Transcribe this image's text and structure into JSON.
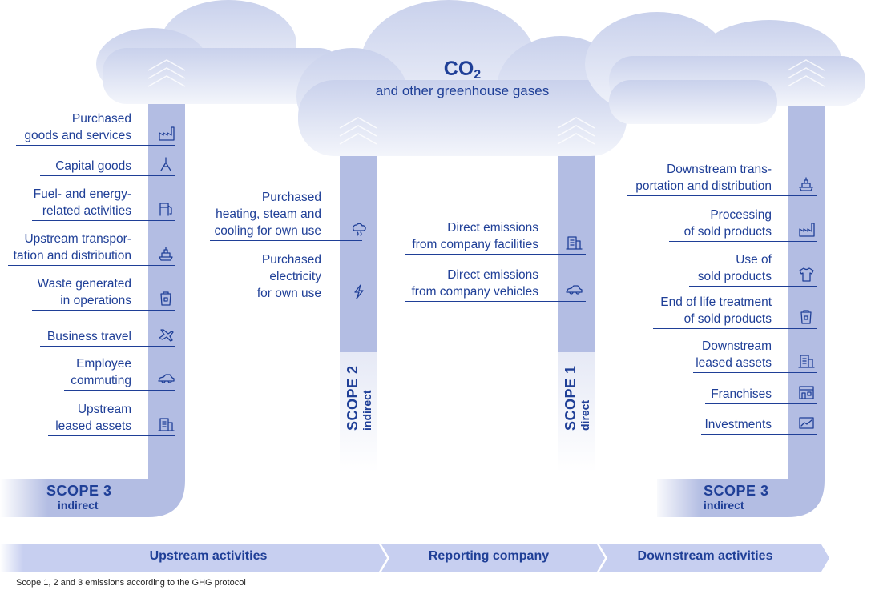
{
  "header": {
    "co2": "CO",
    "co2_sub": "2",
    "subtitle": "and other greenhouse gases"
  },
  "scope3_upstream": {
    "title": "SCOPE 3",
    "subtitle": "indirect",
    "items": [
      {
        "lines": [
          "Purchased",
          "goods and services"
        ],
        "icon": "factory-icon"
      },
      {
        "lines": [
          "Capital goods"
        ],
        "icon": "crane-hook-icon"
      },
      {
        "lines": [
          "Fuel- and energy-",
          "related activities"
        ],
        "icon": "fuel-pump-icon"
      },
      {
        "lines": [
          "Upstream transpor-",
          "tation and distribution"
        ],
        "icon": "ship-icon"
      },
      {
        "lines": [
          "Waste generated",
          "in operations"
        ],
        "icon": "recycle-bin-icon"
      },
      {
        "lines": [
          "Business travel"
        ],
        "icon": "airplane-icon"
      },
      {
        "lines": [
          "Employee",
          "commuting"
        ],
        "icon": "car-icon"
      },
      {
        "lines": [
          "Upstream",
          "leased assets"
        ],
        "icon": "building-icon"
      }
    ]
  },
  "scope2": {
    "title": "SCOPE 2",
    "subtitle": "indirect",
    "items": [
      {
        "lines": [
          "Purchased",
          "heating, steam and",
          "cooling for own use"
        ],
        "icon": "steam-cloud-icon"
      },
      {
        "lines": [
          "Purchased",
          "electricity",
          "for own use"
        ],
        "icon": "lightning-icon"
      }
    ]
  },
  "scope1": {
    "title": "SCOPE 1",
    "subtitle": "direct",
    "items": [
      {
        "lines": [
          "Direct emissions",
          "from company facilities"
        ],
        "icon": "building-icon"
      },
      {
        "lines": [
          "Direct emissions",
          "from company vehicles"
        ],
        "icon": "car-icon"
      }
    ]
  },
  "scope3_downstream": {
    "title": "SCOPE 3",
    "subtitle": "indirect",
    "items": [
      {
        "lines": [
          "Downstream trans-",
          "portation and distribution"
        ],
        "icon": "ship-icon"
      },
      {
        "lines": [
          "Processing",
          "of sold products"
        ],
        "icon": "factory-icon"
      },
      {
        "lines": [
          "Use of",
          "sold products"
        ],
        "icon": "tshirt-icon"
      },
      {
        "lines": [
          "End of life treatment",
          "of sold products"
        ],
        "icon": "recycle-bin-icon"
      },
      {
        "lines": [
          "Downstream",
          "leased assets"
        ],
        "icon": "building-icon"
      },
      {
        "lines": [
          "Franchises"
        ],
        "icon": "storefront-icon"
      },
      {
        "lines": [
          "Investments"
        ],
        "icon": "chart-icon"
      }
    ]
  },
  "bottom_bar": {
    "upstream": "Upstream activities",
    "reporting": "Reporting company",
    "downstream": "Downstream activities"
  },
  "caption": "Scope 1, 2 and 3 emissions according to the GHG protocol",
  "colors": {
    "text": "#1f3f97",
    "band": "#b3bde3",
    "cloud_top": "#cfd6ee",
    "cloud_bottom": "#f2f4fb",
    "underline": "#1f3f97"
  }
}
